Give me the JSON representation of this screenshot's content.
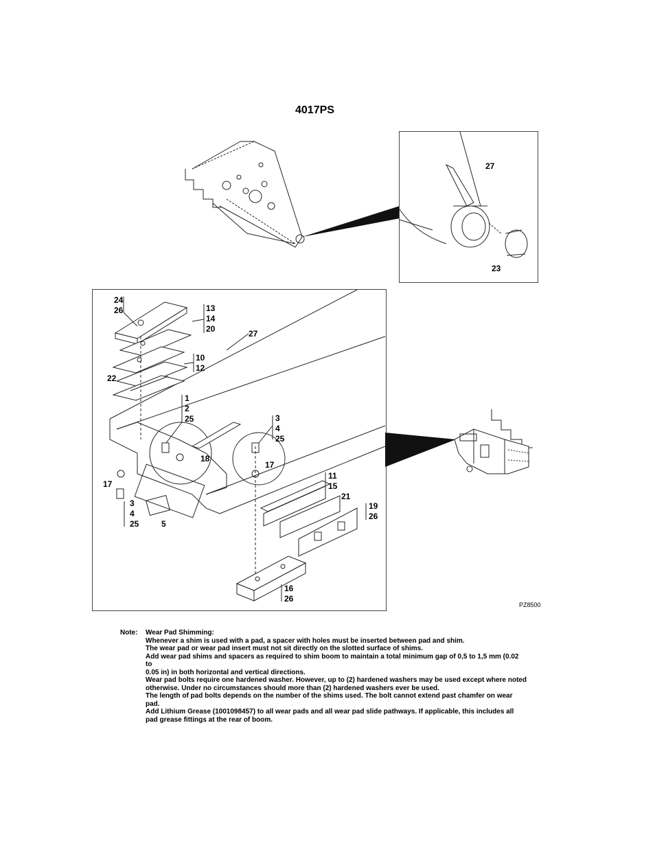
{
  "title": "4017PS",
  "figure_id": "PZ8500",
  "callouts": {
    "detail": {
      "c27": "27",
      "c23": "23"
    },
    "main": {
      "c24": "24",
      "c26a": "26",
      "c13": "13",
      "c14": "14",
      "c20": "20",
      "c27": "27",
      "c10": "10",
      "c12": "12",
      "c22": "22",
      "c1": "1",
      "c2": "2",
      "c25a": "25",
      "c3a": "3",
      "c4a": "4",
      "c25b": "25",
      "c18": "18",
      "c17a": "17",
      "c17b": "17",
      "c3b": "3",
      "c4b": "4",
      "c25c": "25",
      "c5": "5",
      "c11": "11",
      "c15": "15",
      "c21": "21",
      "c19": "19",
      "c26b": "26",
      "c16": "16",
      "c26c": "26"
    }
  },
  "note": {
    "label": "Note:",
    "lines": [
      "Wear Pad Shimming:",
      "Whenever a shim is used with a pad, a spacer with holes must be inserted between pad and shim.",
      "The wear pad or wear pad insert must not sit directly on the slotted surface of shims.",
      "Add wear pad shims and spacers as required to shim boom to maintain a total minimum gap of 0,5 to 1,5 mm (0.02 to",
      "0.05 in) in both horizontal and vertical directions.",
      "Wear pad bolts require one hardened washer. However, up to (2) hardened washers may be used except where noted",
      "otherwise. Under no circumstances should more than (2) hardened washers ever be used.",
      "The length of pad bolts depends on the number of the shims used. The bolt cannot extend past chamfer on wear",
      "pad.",
      "Add Lithium Grease (1001098457) to all wear pads and all wear pad slide pathways. If applicable, this includes all",
      "pad grease fittings at the rear of boom."
    ]
  }
}
